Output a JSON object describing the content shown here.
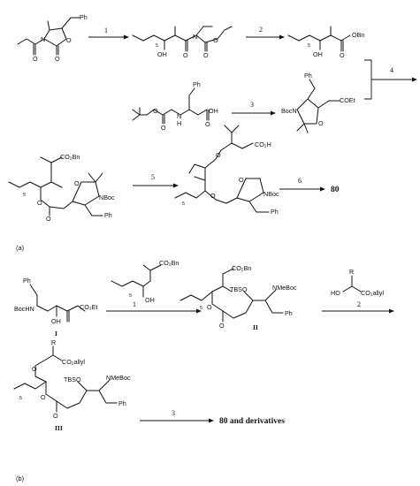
{
  "steps": {
    "a1": "1",
    "a2": "2",
    "a3": "3",
    "a4": "4",
    "a5": "5",
    "a6": "6",
    "b1": "1",
    "b2": "2",
    "b3": "3"
  },
  "part_labels": {
    "a": "(a)",
    "b": "(b)"
  },
  "compounds": {
    "I": "I",
    "II": "II",
    "III": "III",
    "product_a": "80",
    "product_b": "80 and derivatives"
  },
  "groups": {
    "OBn": "OBn",
    "CO2Bn": "CO₂Bn",
    "CO2H": "CO₂H",
    "CO2Et": "CO₂Et",
    "CO2allyl": "CO₂allyl",
    "COEt": "COEt",
    "OH": "OH",
    "Ph": "Ph",
    "BocN": "BocN",
    "NBoc": "NBoc",
    "BocHN": "BocHN",
    "NMeBoc": "NMeBoc",
    "TBSO": "TBSO",
    "R": "R",
    "HO": "HO",
    "O": "O",
    "N": "N",
    "H": "H",
    "five": "5"
  }
}
